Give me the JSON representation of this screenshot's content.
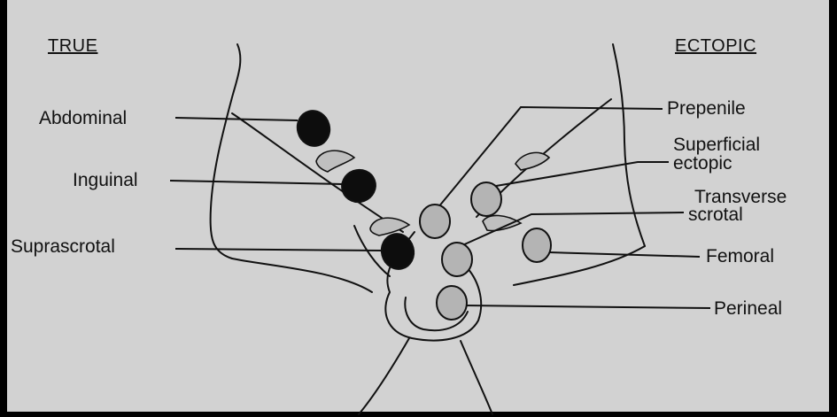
{
  "headers": {
    "left": "TRUE",
    "right": "ECTOPIC"
  },
  "true_labels": [
    "Abdominal",
    "Inguinal",
    "Suprascrotal"
  ],
  "ectopic_labels": {
    "prepenile": "Prepenile",
    "superficial_line1": "Superficial",
    "superficial_line2": "ectopic",
    "transverse_line1": "Transverse",
    "transverse_line2": "scrotal",
    "femoral": "Femoral",
    "perineal": "Perineal"
  },
  "colors": {
    "paper": "#d2d2d2",
    "ink": "#111111",
    "undescended_fill": "#0d0d0d",
    "ectopic_fill": "#b4b4b4"
  }
}
